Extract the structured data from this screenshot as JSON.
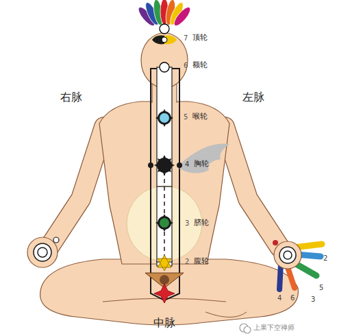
{
  "diagram": {
    "labels": [
      "7",
      "顶轮",
      "6",
      "额轮",
      "右脉",
      "左脉",
      "5",
      "喉轮",
      "4",
      "胸轮",
      "3",
      "脐轮",
      "2",
      "腹轮",
      "2",
      "5",
      "4",
      "6",
      "3",
      "中脉",
      "上果下空禅师"
    ]
  }
}
